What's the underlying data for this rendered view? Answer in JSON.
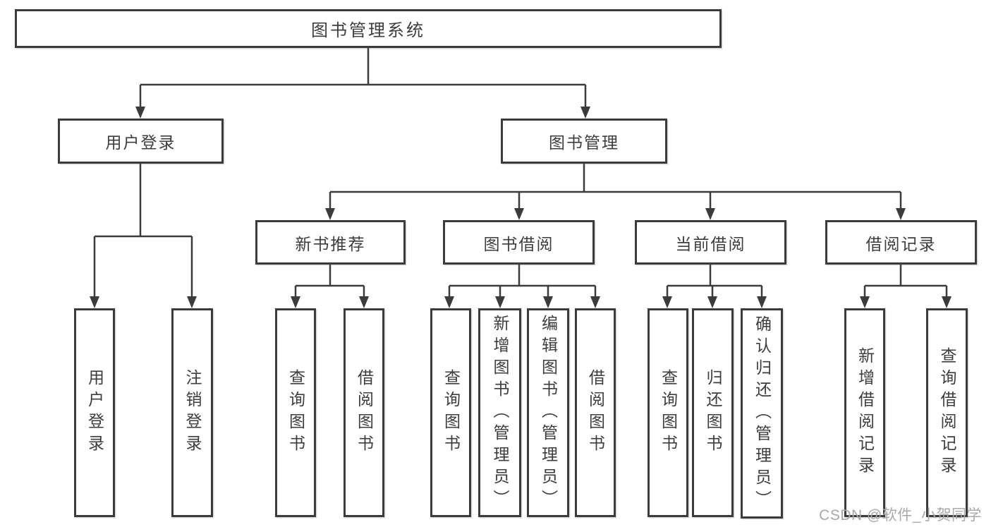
{
  "colors": {
    "line": "#3b3b3b",
    "box_border": "#3b3b3b",
    "text": "#3d3d3d",
    "background": "#ffffff",
    "watermark": "#a9a9a9"
  },
  "tree": {
    "label": "图书管理系统",
    "children": [
      {
        "label": "用户登录",
        "children": [
          {
            "label": "用户登录"
          },
          {
            "label": "注销登录"
          }
        ]
      },
      {
        "label": "图书管理",
        "children": [
          {
            "label": "新书推荐",
            "children": [
              {
                "label": "查询图书"
              },
              {
                "label": "借阅图书"
              }
            ]
          },
          {
            "label": "图书借阅",
            "children": [
              {
                "label": "查询图书"
              },
              {
                "label": "新增图书（管理员）"
              },
              {
                "label": "编辑图书（管理员）"
              },
              {
                "label": "借阅图书"
              }
            ]
          },
          {
            "label": "当前借阅",
            "children": [
              {
                "label": "查询图书"
              },
              {
                "label": "归还图书"
              },
              {
                "label": "确认归还（管理员）"
              }
            ]
          },
          {
            "label": "借阅记录",
            "children": [
              {
                "label": "新增借阅记录"
              },
              {
                "label": "查询借阅记录"
              }
            ]
          }
        ]
      }
    ]
  },
  "watermark": "CSDN @软件_小贺同学"
}
